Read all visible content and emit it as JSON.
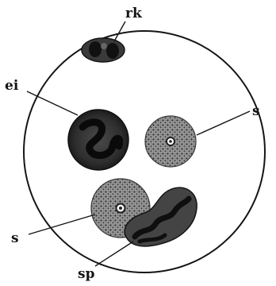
{
  "labels": {
    "rk": "rk",
    "ei": "ei",
    "s_right": "s",
    "s_left": "s",
    "sp": "sp"
  },
  "colors": {
    "ink": "#151515",
    "cell_dark": "#3a3a3a",
    "cell_mid": "#6a6a6a",
    "speckle_bg": "#8c8c8c",
    "paper": "#ffffff"
  }
}
